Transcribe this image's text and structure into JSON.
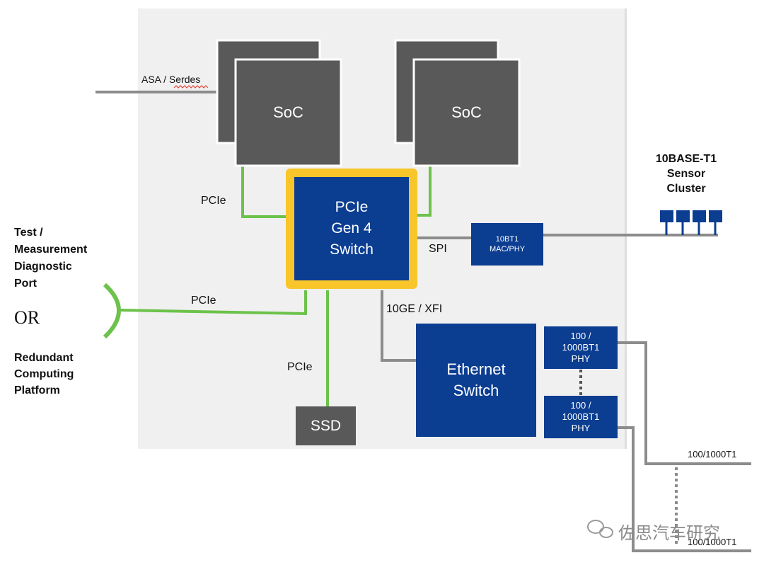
{
  "boxes": {
    "soc_left": "SoC",
    "soc_right": "SoC",
    "pcie_switch": "PCIe\nGen 4\nSwitch",
    "mac_phy": "10BT1\nMAC/PHY",
    "ethernet_switch": "Ethernet\nSwitch",
    "phy_top": "100 /\n1000BT1\nPHY",
    "phy_bottom": "100 /\n1000BT1\nPHY",
    "ssd": "SSD"
  },
  "labels": {
    "asa_serdes": "ASA / Serdes",
    "pcie_soc": "PCIe",
    "pcie_test": "PCIe",
    "pcie_ssd": "PCIe",
    "spi": "SPI",
    "ge_xfi": "10GE / XFI",
    "sensor_cluster": "10BASE-T1\nSensor\nCluster",
    "test_port": "Test /\nMeasurement\nDiagnostic\nPort",
    "or": "OR",
    "redundant": "Redundant\nComputing\nPlatform",
    "out_top": "100/1000T1",
    "out_bottom": "100/1000T1",
    "watermark": "佐思汽车研究"
  },
  "colors": {
    "board": "#f0f0f0",
    "soc": "#595959",
    "blue": "#0b3d91",
    "yellow": "#f8c62b",
    "green": "#6cc24a",
    "line_gray": "#8c8c8c",
    "ssd": "#595959"
  }
}
